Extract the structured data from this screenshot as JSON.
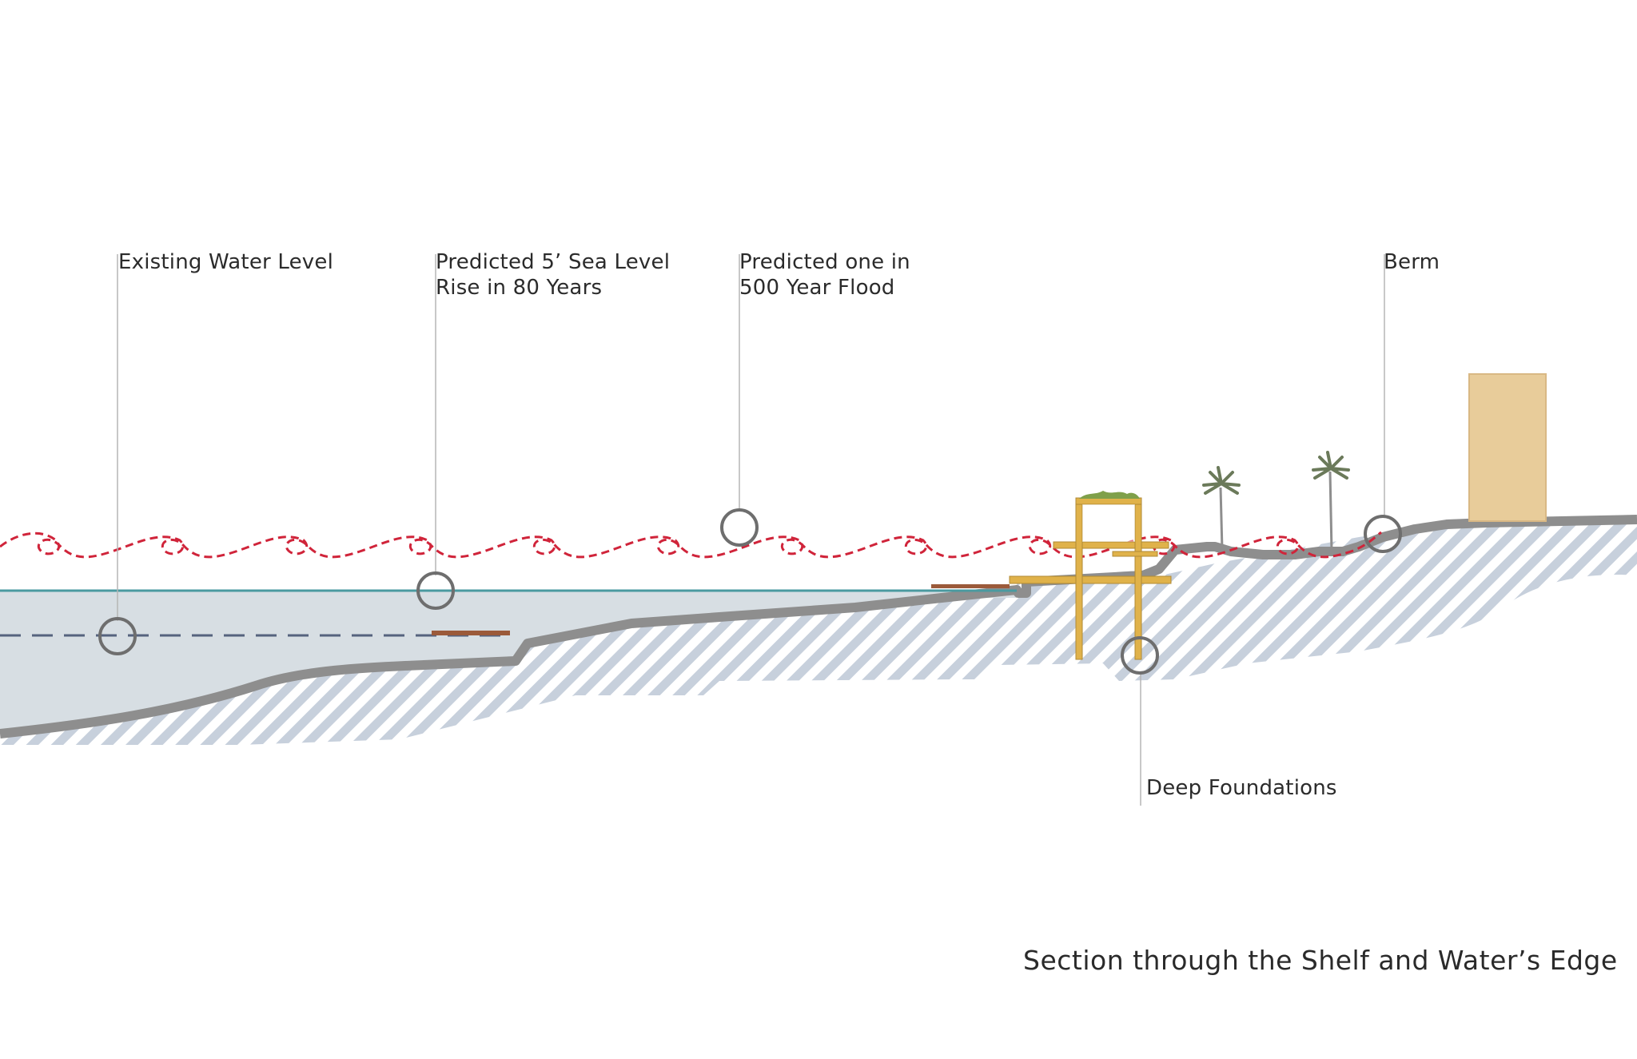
{
  "title": "Section through the Shelf and Water’s Edge",
  "callouts": {
    "existing_water_level": "Existing Water Level",
    "sea_level_rise_line1": "Predicted 5’ Sea Level",
    "sea_level_rise_line2": "Rise in 80 Years",
    "flood_line1": "Predicted one in",
    "flood_line2": "500 Year Flood",
    "berm": "Berm",
    "deep_foundations": "Deep Foundations"
  },
  "colors": {
    "flood_wave": "#d0243a",
    "sea_level_line": "#4a9aa0",
    "existing_water_dash": "#55637e",
    "water_fill": "#d7dee3",
    "ground_hatch": "#c7d0dc",
    "ground_crust": "#8e8e8e",
    "timber": "#e0b24a",
    "building": "#e8cc9a",
    "callout_circle": "#6e6e6e",
    "leader_line": "#b5b5b5"
  }
}
